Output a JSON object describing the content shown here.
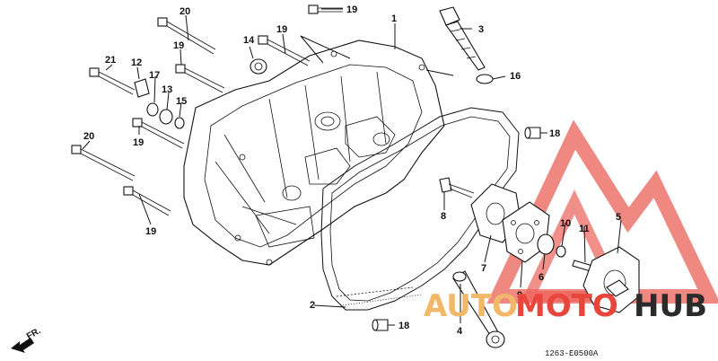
{
  "callouts": {
    "c1": "1",
    "c2": "2",
    "c3": "3",
    "c4": "4",
    "c5": "5",
    "c6": "6",
    "c7": "7",
    "c8": "8",
    "c9": "9",
    "c10": "10",
    "c11": "11",
    "c12": "12",
    "c13": "13",
    "c14": "14",
    "c15": "15",
    "c16": "16",
    "c17": "17",
    "c18a": "18",
    "c18b": "18",
    "c19a": "19",
    "c19b": "19",
    "c19c": "19",
    "c19d": "19",
    "c19e": "19",
    "c20a": "20",
    "c20b": "20",
    "c21": "21"
  },
  "part_code": "1263-E0500A",
  "direction_label": "FR.",
  "watermark": {
    "auto": "AUTO",
    "moto": "MOTO",
    "hub": "HUB"
  },
  "colors": {
    "watermark_red": "#e8463c",
    "watermark_orange": "#f2b86a",
    "watermark_dark": "#2b2b2b",
    "ink": "#111111"
  }
}
